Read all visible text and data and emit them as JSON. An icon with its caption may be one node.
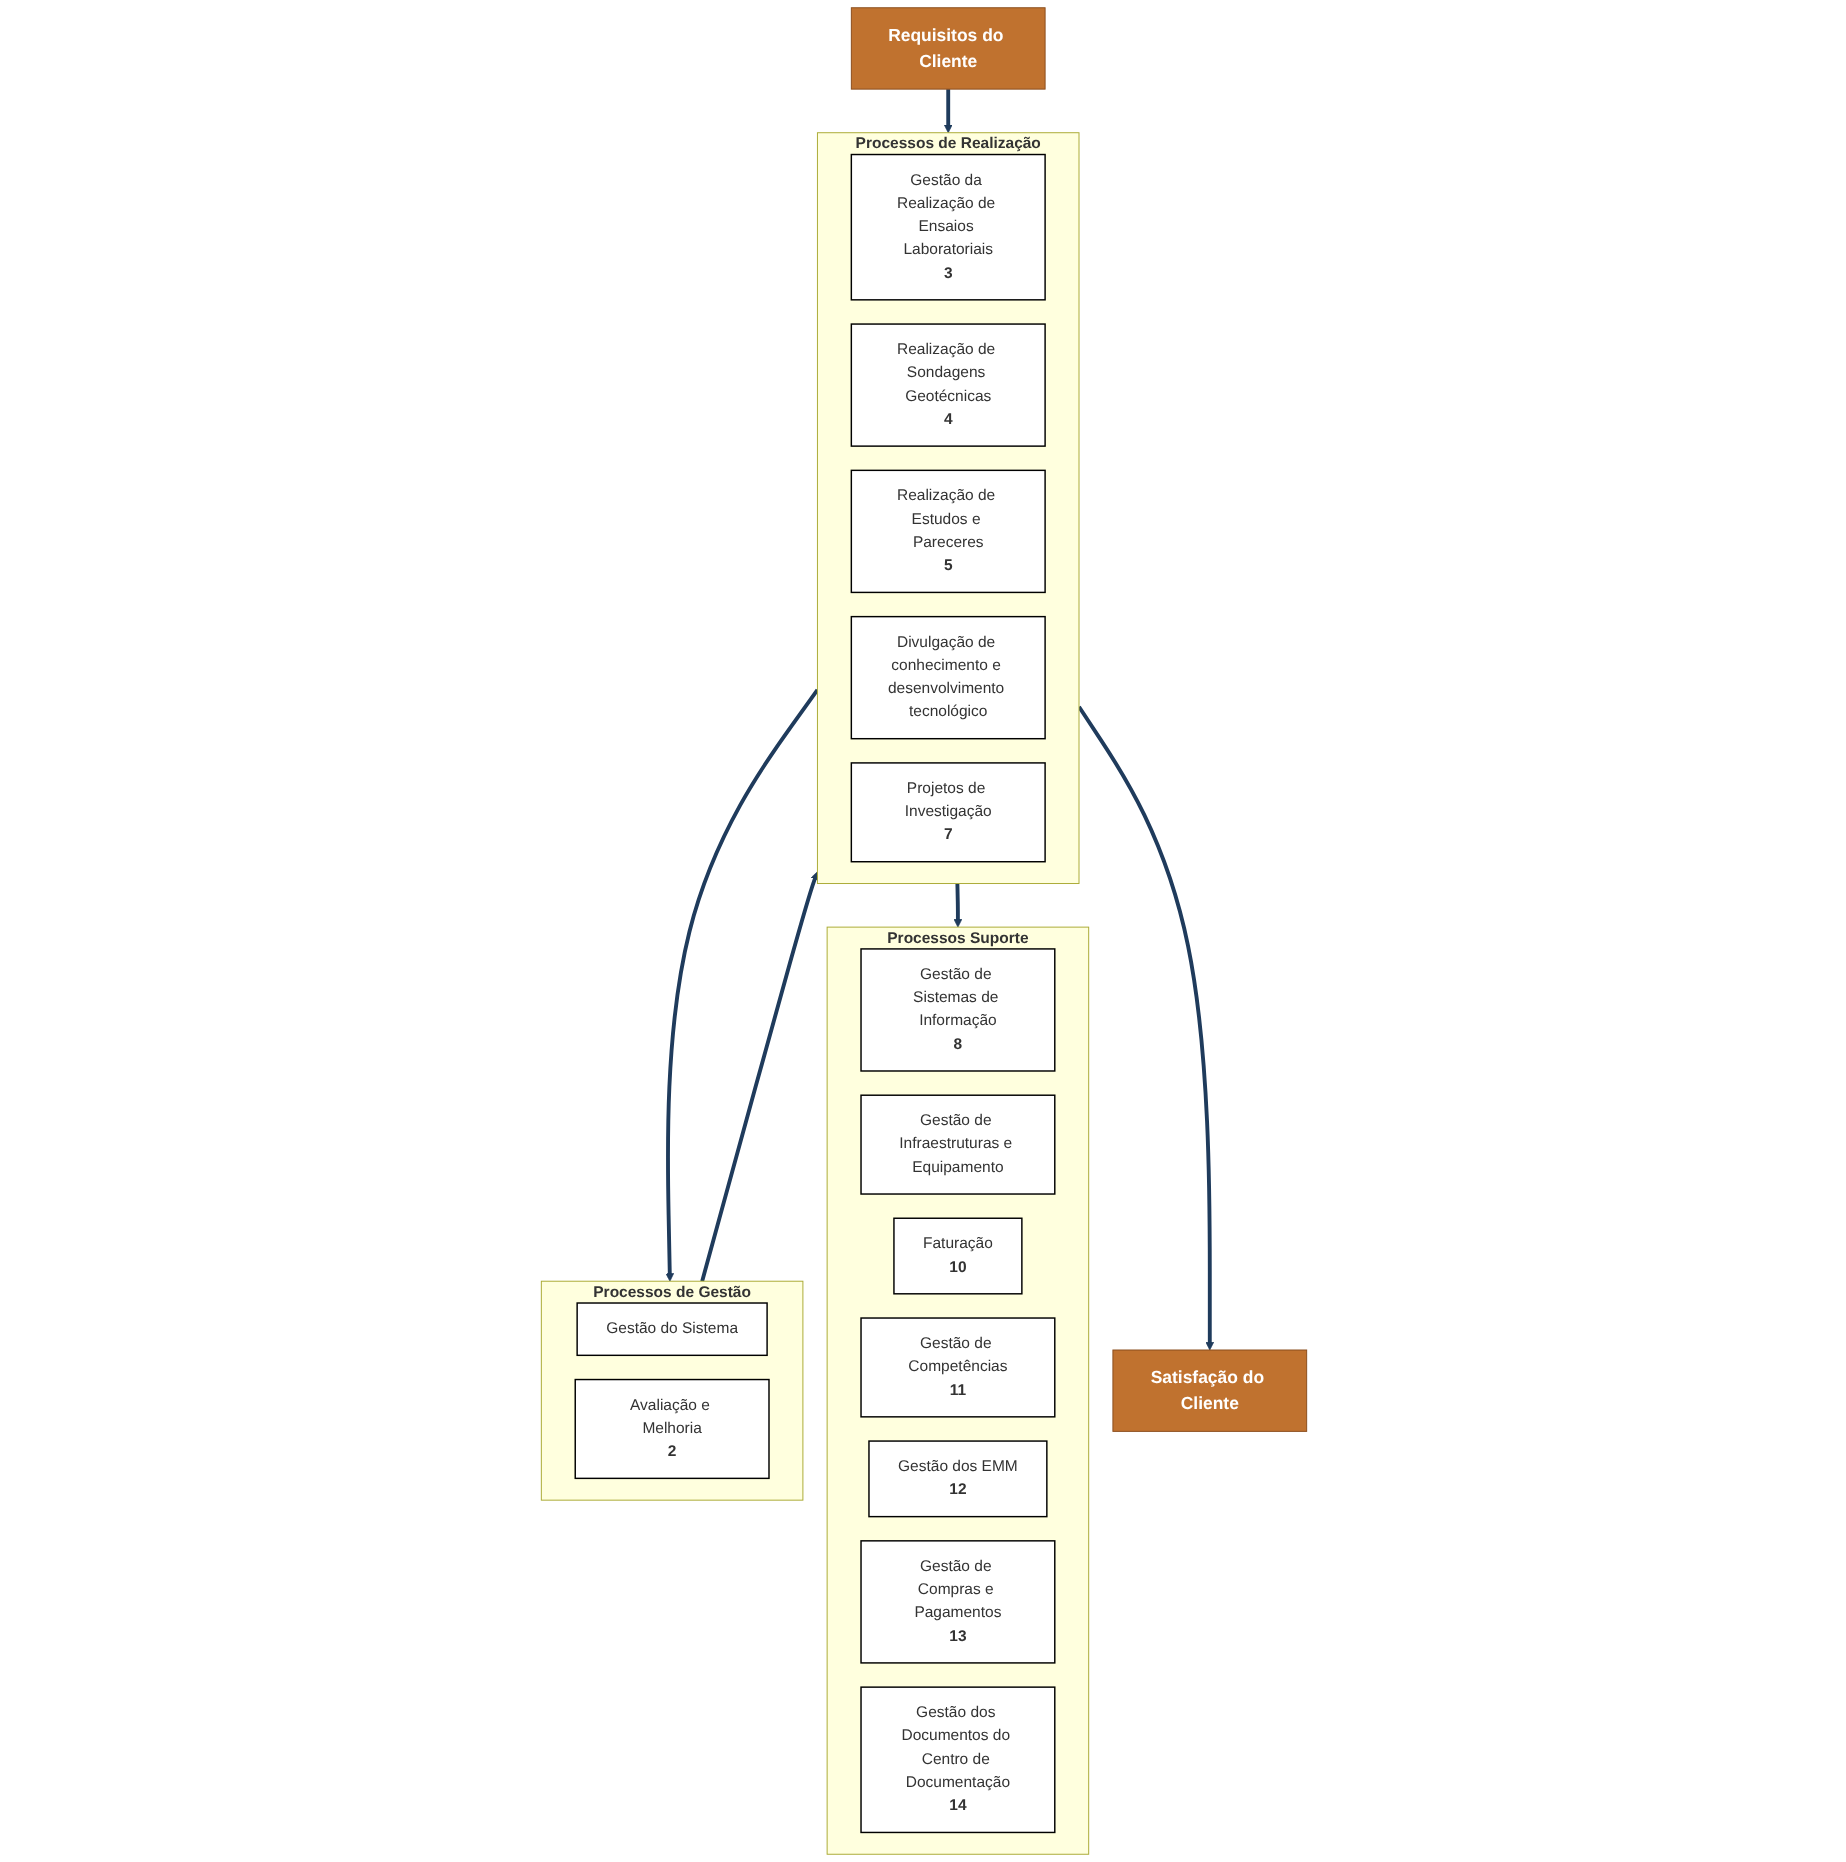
{
  "diagram": {
    "nodes": [
      {
        "text": [
          "Requisitos do Cliente"
        ]
      },
      {
        "text": [
          "Processos de Gestão"
        ]
      },
      {
        "text": [
          "Gestão do Sistema"
        ],
        "in": 1
      },
      {
        "text": [
          "Avaliação e Melhoria",
          "2"
        ],
        "in": 1
      },
      {
        "text": [
          "Processos de Realização"
        ]
      },
      {
        "text": [
          "Gestão da Realização de Ensaios Laboratoriais",
          "3"
        ],
        "in": 4
      },
      {
        "text": [
          "Realização de Sondagens Geotécnicas",
          "4"
        ],
        "in": 4
      },
      {
        "text": [
          "Realização de Estudos e Pareceres",
          "5"
        ],
        "in": 4
      },
      {
        "text": [
          "Divulgação de conhecimento e desenvolvimento tecnológico"
        ],
        "in": 4
      },
      {
        "text": [
          "Projetos de Investigação",
          "7"
        ],
        "in": 4
      },
      {
        "text": [
          "Processos Suporte"
        ]
      },
      {
        "text": [
          "Gestão de Sistemas de Informação",
          "8"
        ],
        "in": 10
      },
      {
        "text": [
          "Gestão de Infraestruturas e Equipamento"
        ],
        "in": 10
      },
      {
        "text": [
          "Faturação",
          "10"
        ],
        "in": 10
      },
      {
        "text": [
          "Gestão de Competências",
          "11"
        ],
        "in": 10
      },
      {
        "text": [
          "Gestão dos EMM",
          "12"
        ],
        "in": 10
      },
      {
        "text": [
          "Gestão de Compras e Pagamentos",
          "13"
        ],
        "in": 10
      },
      {
        "text": [
          "Gestão dos Documentos do Centro de Documentação",
          "14"
        ],
        "in": 10
      },
      {
        "text": [
          "Satisfação do Cliente"
        ]
      }
    ],
    "edges": [
      {
        "from": 0,
        "to": 4,
        "arrow": "to"
      },
      {
        "from": 1,
        "to": 4,
        "arrow": "to"
      },
      {
        "from": 4,
        "to": 1,
        "arrow": "to"
      },
      {
        "from": 4,
        "to": 10,
        "arrow": "to"
      },
      {
        "from": 4,
        "to": 18,
        "arrow": "to"
      }
    ]
  }
}
